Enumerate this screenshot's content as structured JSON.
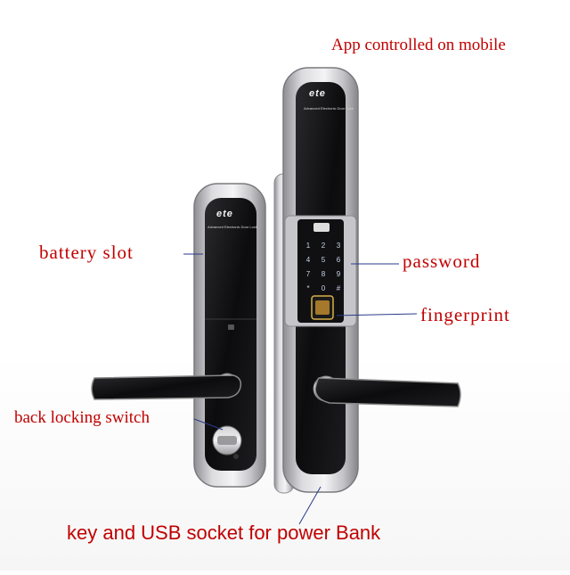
{
  "labels": {
    "app": "App controlled on mobile",
    "battery": "battery slot",
    "password": "password",
    "fingerprint": "fingerprint",
    "back_locking": "back locking switch",
    "key_usb": "key and USB socket for power Bank"
  },
  "lock": {
    "brand": "ete",
    "subtitle": "Advanced Electronic Door Lock"
  },
  "colors": {
    "label_text": "#c10000",
    "callout_line": "#2a3a8a",
    "panel": "#141414",
    "frame": "#b8b8bc"
  }
}
